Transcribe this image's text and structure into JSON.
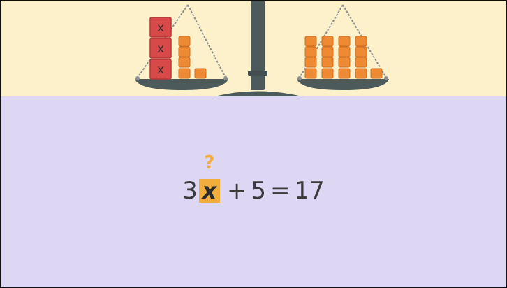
{
  "colors": {
    "top_background": "#fdf1cc",
    "bottom_background": "#ddd7f3",
    "unknown_block": "#d84a4a",
    "unit_block": "#ee8a33",
    "highlight": "#f2ae3d",
    "scale_metal": "#4d5a5c"
  },
  "scale": {
    "left_pan": {
      "unknown_blocks": [
        "x",
        "x",
        "x"
      ],
      "unit_blocks": 5
    },
    "right_pan": {
      "unit_blocks": 17
    }
  },
  "equation": {
    "coefficient": "3",
    "variable": "x",
    "plus": "+",
    "constant": "5",
    "equals": "=",
    "result": "17",
    "unknown_marker": "?"
  }
}
